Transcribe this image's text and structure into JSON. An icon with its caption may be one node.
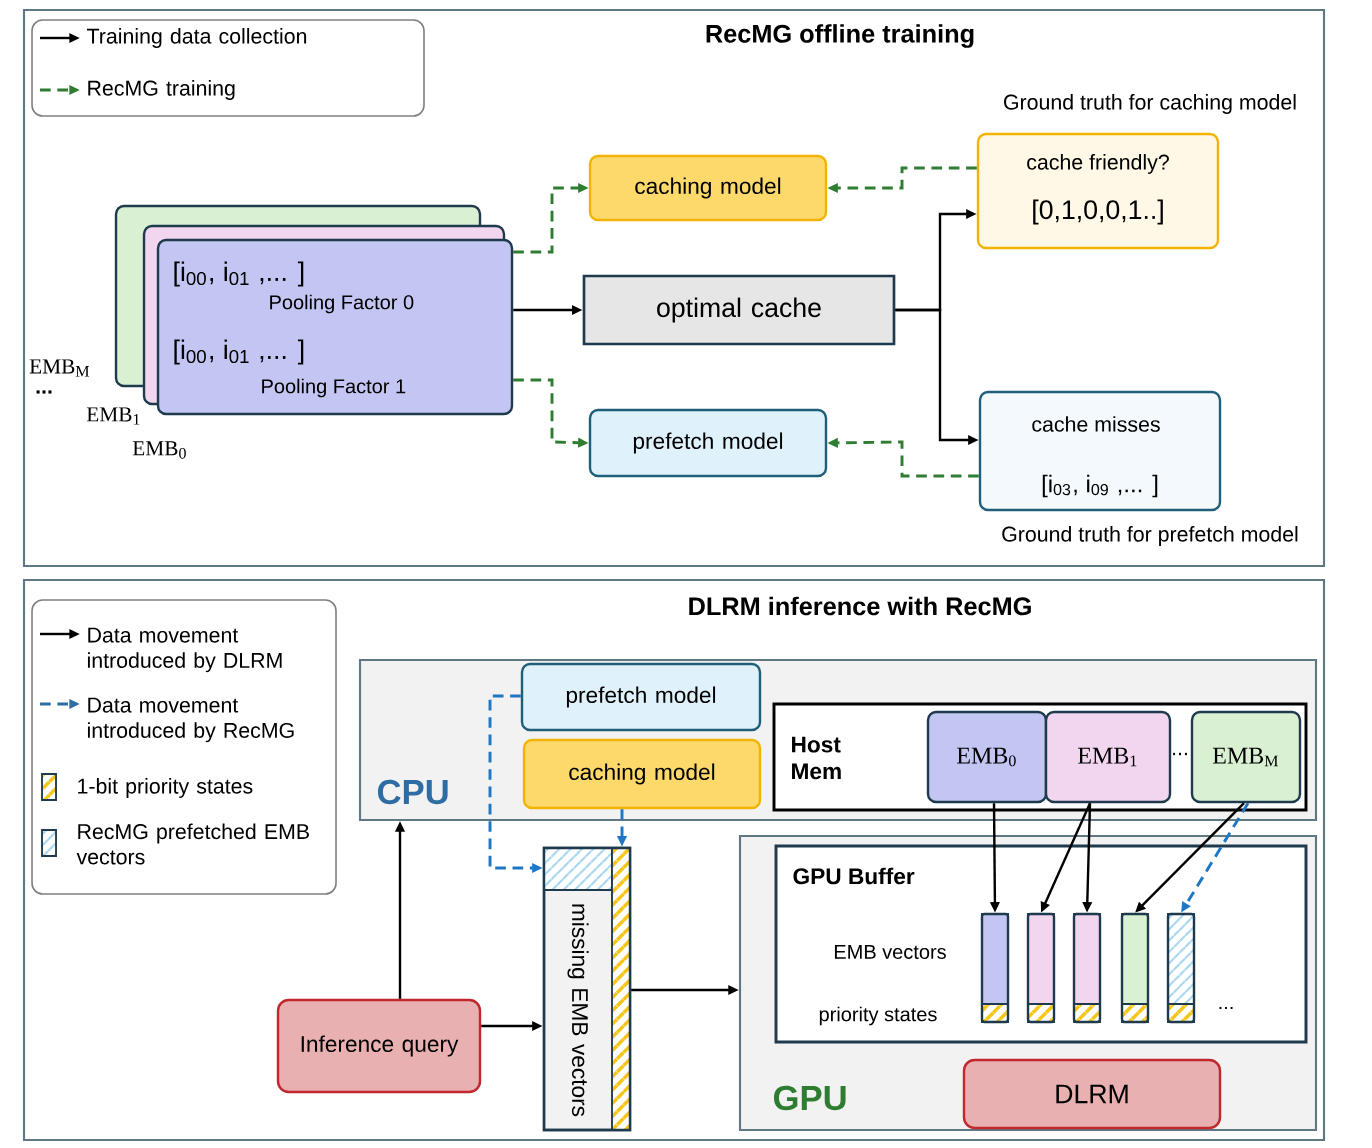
{
  "diagram": {
    "nodes": [
      {
        "text": [
          "RecMG offline training"
        ]
      },
      {
        "text": [],
        "shape": "box",
        "in": 0
      },
      {
        "text": [],
        "shape": "box",
        "in": 0
      },
      {
        "text": [
          "[i$_{00}$, i$_{01}$ ,... ]",
          "Pooling Factor 0",
          "[i$_{00}$, i$_{01}$ ,... ]",
          "Pooling Factor 1"
        ],
        "in": 0
      },
      {
        "text": [
          "caching model"
        ],
        "in": 0
      },
      {
        "text": [
          "optimal cache"
        ],
        "in": 0
      },
      {
        "text": [
          "prefetch model"
        ],
        "in": 0
      },
      {
        "text": [
          "cache friendly?",
          "[0,1,0,0,1..]"
        ],
        "beside": [
          "Ground truth for caching model"
        ],
        "in": 0
      },
      {
        "text": [
          "cache misses",
          "[i$_{03}$, i$_{09}$ ,... ]"
        ],
        "beside": [
          "Ground truth for prefetch model"
        ],
        "in": 0
      },
      {
        "text": [
          "DLRM inference with RecMG"
        ]
      },
      {
        "text": [
          "CPU"
        ],
        "in": 9
      },
      {
        "text": [
          "prefetch model"
        ],
        "in": 10
      },
      {
        "text": [
          "caching model"
        ],
        "in": 10
      },
      {
        "text": [
          "Host Mem"
        ],
        "in": 10
      },
      {
        "text": [
          "EMB$_{0}$"
        ],
        "in": 13
      },
      {
        "text": [
          "EMB$_{1}$"
        ],
        "in": 13
      },
      {
        "text": [
          "EMB$_{M}$"
        ],
        "in": 13
      },
      {
        "text": [
          "GPU"
        ],
        "in": 9
      },
      {
        "text": [
          "GPU Buffer"
        ],
        "in": 17
      },
      {
        "text": [],
        "shape": "bar",
        "in": 18
      },
      {
        "text": [],
        "shape": "bar",
        "in": 18
      },
      {
        "text": [],
        "shape": "bar",
        "in": 18
      },
      {
        "text": [],
        "shape": "bar",
        "in": 18
      },
      {
        "text": [],
        "shape": "bar",
        "in": 18
      },
      {
        "text": [
          "DLRM"
        ],
        "in": 17
      },
      {
        "text": [
          "Inference query"
        ],
        "in": 9
      },
      {
        "text": [
          "missing EMB vectors"
        ],
        "in": 9
      }
    ],
    "edges": [
      {
        "from": 3,
        "to": 4,
        "arrow": "to",
        "style": "dashed",
        "color": "#2e7d32"
      },
      {
        "from": 3,
        "to": 6,
        "arrow": "to",
        "style": "dashed",
        "color": "#2e7d32"
      },
      {
        "from": 3,
        "to": 5,
        "arrow": "to"
      },
      {
        "from": 5,
        "to": 7,
        "arrow": "to"
      },
      {
        "from": 5,
        "to": 8,
        "arrow": "to"
      },
      {
        "from": 7,
        "to": 4,
        "arrow": "to",
        "style": "dashed",
        "color": "#2e7d32"
      },
      {
        "from": 8,
        "to": 6,
        "arrow": "to",
        "style": "dashed",
        "color": "#2e7d32"
      },
      {
        "from": 25,
        "to": 10,
        "arrow": "to"
      },
      {
        "from": 25,
        "to": 26,
        "arrow": "to"
      },
      {
        "from": 26,
        "to": 17,
        "arrow": "to"
      },
      {
        "from": 11,
        "to": 26,
        "arrow": "to",
        "style": "dashed",
        "color": "#1f77c4"
      },
      {
        "from": 12,
        "to": 26,
        "arrow": "to",
        "style": "dashed",
        "color": "#1f77c4"
      },
      {
        "from": 14,
        "to": 19,
        "arrow": "to"
      },
      {
        "from": 15,
        "to": 20,
        "arrow": "to"
      },
      {
        "from": 15,
        "to": 21,
        "arrow": "to"
      },
      {
        "from": 16,
        "to": 22,
        "arrow": "to"
      },
      {
        "from": 16,
        "to": 23,
        "arrow": "to",
        "style": "dashed",
        "color": "#1f77c4"
      }
    ],
    "labels": [
      "EMB$_{M}$",
      "...",
      "EMB$_{1}$",
      "EMB$_{0}$",
      "...",
      "EMB vectors",
      "priority states",
      "..."
    ],
    "legend": [
      {
        "text": "Training data collection"
      },
      {
        "text": "RecMG training"
      },
      {
        "text": "Data movement introduced by DLRM"
      },
      {
        "text": "Data movement introduced by RecMG"
      },
      {
        "text": "1-bit priority states"
      },
      {
        "text": "RecMG prefetched EMB vectors"
      }
    ]
  }
}
